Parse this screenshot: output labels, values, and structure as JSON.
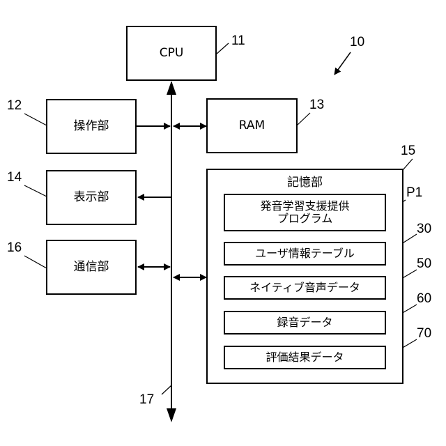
{
  "diagram": {
    "system_ref": "10",
    "bus_ref": "17",
    "blocks": {
      "cpu": {
        "label": "CPU",
        "ref": "11"
      },
      "operation": {
        "label": "操作部",
        "ref": "12"
      },
      "ram": {
        "label": "RAM",
        "ref": "13"
      },
      "display": {
        "label": "表示部",
        "ref": "14"
      },
      "communication": {
        "label": "通信部",
        "ref": "16"
      },
      "storage": {
        "label": "記憶部",
        "ref": "15",
        "items": [
          {
            "label_line1": "発音学習支援提供",
            "label_line2": "プログラム",
            "ref": "P1"
          },
          {
            "label": "ユーザ情報テーブル",
            "ref": "30"
          },
          {
            "label": "ネイティブ音声データ",
            "ref": "50"
          },
          {
            "label": "録音データ",
            "ref": "60"
          },
          {
            "label": "評価結果データ",
            "ref": "70"
          }
        ]
      }
    },
    "connections": [
      {
        "from": "operation",
        "to": "bus",
        "direction": "one-way"
      },
      {
        "from": "bus",
        "to": "ram",
        "direction": "two-way"
      },
      {
        "from": "bus",
        "to": "display",
        "direction": "one-way"
      },
      {
        "from": "communication",
        "to": "bus",
        "direction": "two-way"
      },
      {
        "from": "bus",
        "to": "storage",
        "direction": "two-way"
      },
      {
        "from": "bus",
        "to": "cpu",
        "direction": "one-way"
      }
    ]
  }
}
